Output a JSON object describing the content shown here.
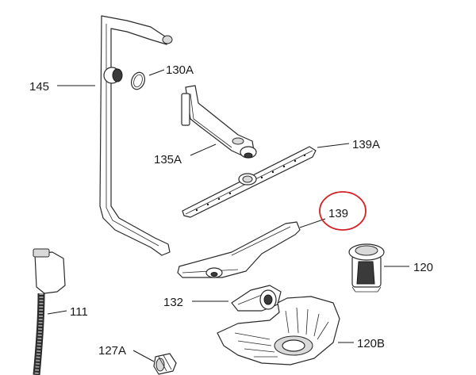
{
  "labels": {
    "p145": "145",
    "p130A": "130A",
    "p135A": "135A",
    "p139A": "139A",
    "p139": "139",
    "p120": "120",
    "p132": "132",
    "p111": "111",
    "p127A": "127A",
    "p120B": "120B"
  },
  "colors": {
    "highlight_circle": "#d81f26",
    "line": "#1a1a1a"
  }
}
